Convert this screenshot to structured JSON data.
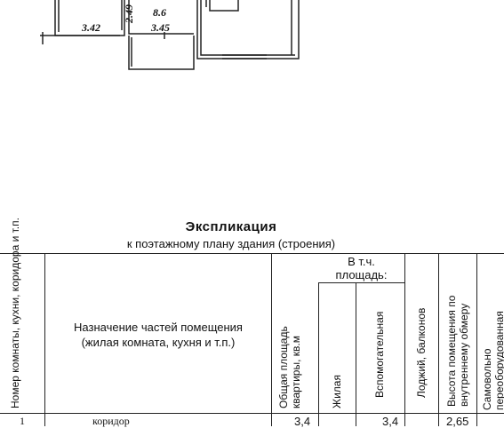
{
  "plan": {
    "dim_left_width": "3.42",
    "dim_room_height": "2.49",
    "room_area": "8.6",
    "dim_room_width": "3.45"
  },
  "explication": {
    "title": "Экспликация",
    "subtitle": "к поэтажному плану здания (строения)",
    "headers": {
      "room_number": "Номер комнаты, кухни, коридора и т.п.",
      "purpose_line1": "Назначение частей помещения",
      "purpose_line2": "(жилая комната, кухня и т.п.)",
      "total_area": "Общая площадь квартиры, кв.м",
      "incl_area_line1": "В т.ч.",
      "incl_area_line2": "площадь:",
      "living": "Жилая",
      "auxiliary": "Вспомогательная",
      "loggias": "Лоджий, балконов",
      "height": "Высота помещения по внутреннему обмеру",
      "unauthorized": "Самовольно переоборудованная"
    },
    "rows": [
      {
        "number": "1",
        "name": "коридор",
        "total": "3,4",
        "living": "",
        "auxiliary": "3,4",
        "loggia": "",
        "height": "2,65"
      }
    ]
  }
}
